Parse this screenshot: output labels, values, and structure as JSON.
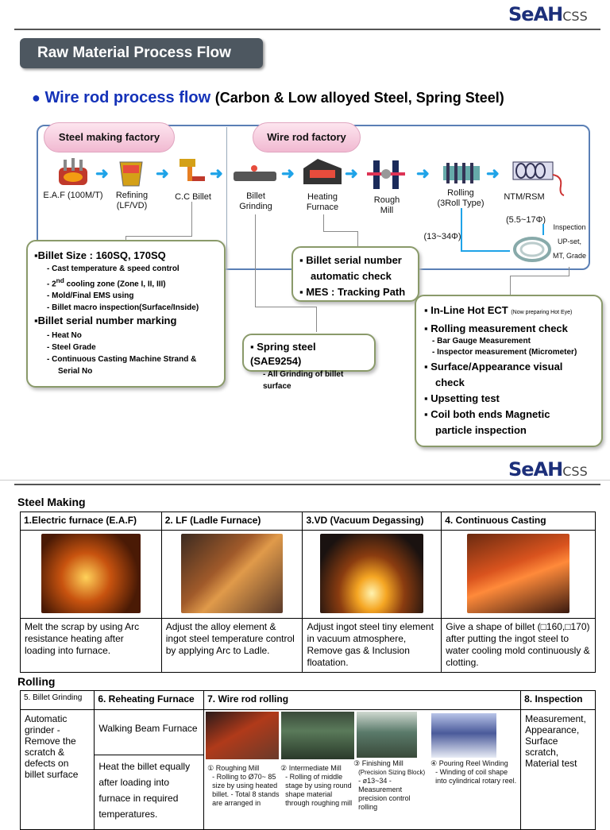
{
  "logo_top": {
    "brand": "SeAH",
    "suffix": "CSS"
  },
  "title": "Raw Material Process Flow",
  "heading": {
    "main": "Wire rod process flow",
    "sub": "(Carbon & Low alloyed Steel, Spring Steel)"
  },
  "flow": {
    "factory1": "Steel making factory",
    "factory2": "Wire rod factory",
    "steps": {
      "eaf": "E.A.F (100M/T)",
      "refining": "Refining",
      "refining2": "(LF/VD)",
      "cc": "C.C Billet",
      "grinding1": "Billet",
      "grinding2": "Grinding",
      "heating1": "Heating",
      "heating2": "Furnace",
      "rough1": "Rough",
      "rough2": "Mill",
      "rolling1": "Rolling",
      "rolling2": "(3Roll Type)",
      "ntm": "NTM/RSM",
      "size1": "(5.5~17Φ)",
      "size2": "(13~34Φ)",
      "insp1": "Inspection",
      "insp2": "UP-set,",
      "insp3": "MT, Grade"
    }
  },
  "callout_billet": {
    "h1": "▪Billet Size : 160SQ, 170SQ",
    "items1": [
      "- Cast temperature & speed control",
      "- 2nd cooling zone (Zone I, II, III)",
      "- Mold/Final EMS using",
      "- Billet macro inspection(Surface/Inside)"
    ],
    "h2": "▪Billet serial number marking",
    "items2": [
      "- Heat No",
      "- Steel Grade",
      "- Continuous Casting Machine Strand &",
      "Serial No"
    ]
  },
  "callout_serial": {
    "l1": "▪ Billet serial number",
    "l2": "automatic check",
    "l3": "▪ MES : Tracking Path"
  },
  "callout_spring": {
    "l1": "▪ Spring steel (SAE9254)",
    "l2": "- All Grinding of billet surface"
  },
  "callout_inspect": {
    "l1": "▪ In-Line Hot ECT",
    "l1note": "(Now preparing Hot Eye)",
    "l2": "▪ Rolling measurement check",
    "l3": "- Bar Gauge Measurement",
    "l4": "- Inspector measurement (Micrometer)",
    "l5": "▪ Surface/Appearance visual",
    "l6": "check",
    "l7": "▪ Upsetting test",
    "l8": "▪ Coil both ends Magnetic",
    "l9": "particle inspection"
  },
  "logo_mid": {
    "brand": "SeAH",
    "suffix": "CSS"
  },
  "steel_making": {
    "title": "Steel Making",
    "headers": [
      "1.Electric furnace (E.A.F)",
      "2. LF (Ladle Furnace)",
      "3.VD (Vacuum Degassing)",
      "4. Continuous Casting"
    ],
    "descs": [
      "Melt the scrap by using Arc resistance heating after loading into furnace.",
      "Adjust the alloy element & ingot steel temperature control by applying Arc to Ladle.",
      "Adjust ingot steel tiny element in vacuum atmosphere, Remove gas & Inclusion floatation.",
      "Give a shape of billet (□160,□170) after putting the ingot steel to water cooling mold continuously & clotting."
    ]
  },
  "rolling": {
    "title": "Rolling",
    "h5": "5. Billet Grinding",
    "h6": "6. Reheating Furnace",
    "h7": "7. Wire rod rolling",
    "h8": "8. Inspection",
    "c5": "Automatic grinder - Remove the scratch & defects on billet surface",
    "c6a": "Walking Beam Furnace",
    "c6b": "Heat the billet equally after loading into furnace in required temperatures.",
    "c8": "Measurement, Appearance, Surface scratch, Material test",
    "mills": [
      {
        "t": "① Roughing Mill",
        "d": "- Rolling to Ø70~ 85 size by using heated billet. - Total 8 stands are arranged in"
      },
      {
        "t": "② Intermediate Mill",
        "d": "- Rolling of middle stage by using round shape material through roughing mill"
      },
      {
        "t": "③ Finishing Mill",
        "t2": "(Precision Sizing Block)",
        "d": "- ø13~34 - Measurement precision control rolling"
      },
      {
        "t": "④ Pouring Reel Winding",
        "d": "- Winding of coil shape into cylindrical rotary reel."
      }
    ]
  }
}
